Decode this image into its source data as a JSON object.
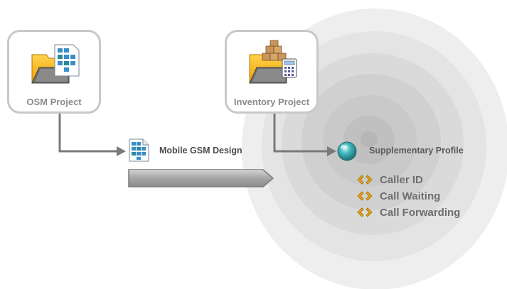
{
  "projects": {
    "osm": {
      "label": "OSM Project",
      "icon": "osm-project-icon"
    },
    "inventory": {
      "label": "Inventory Project",
      "icon": "inventory-project-icon"
    }
  },
  "design": {
    "label": "Mobile GSM Design",
    "icon": "design-document-icon"
  },
  "profile": {
    "label": "Supplementary Profile",
    "icon": "teal-sphere-icon"
  },
  "features": [
    {
      "label": "Caller ID",
      "icon": "diamond-arrows-icon"
    },
    {
      "label": "Call Waiting",
      "icon": "diamond-arrows-icon"
    },
    {
      "label": "Call Forwarding",
      "icon": "diamond-arrows-icon"
    }
  ],
  "colors": {
    "card_border": "#c8c8c8",
    "connector": "#7a7a7a",
    "target_rings": [
      "#eeeeee",
      "#e4e4e4",
      "#dadada",
      "#d0d0d0",
      "#c6c6c6"
    ],
    "feature_icon": "#e8a317",
    "sphere": "#3aaeb4"
  }
}
